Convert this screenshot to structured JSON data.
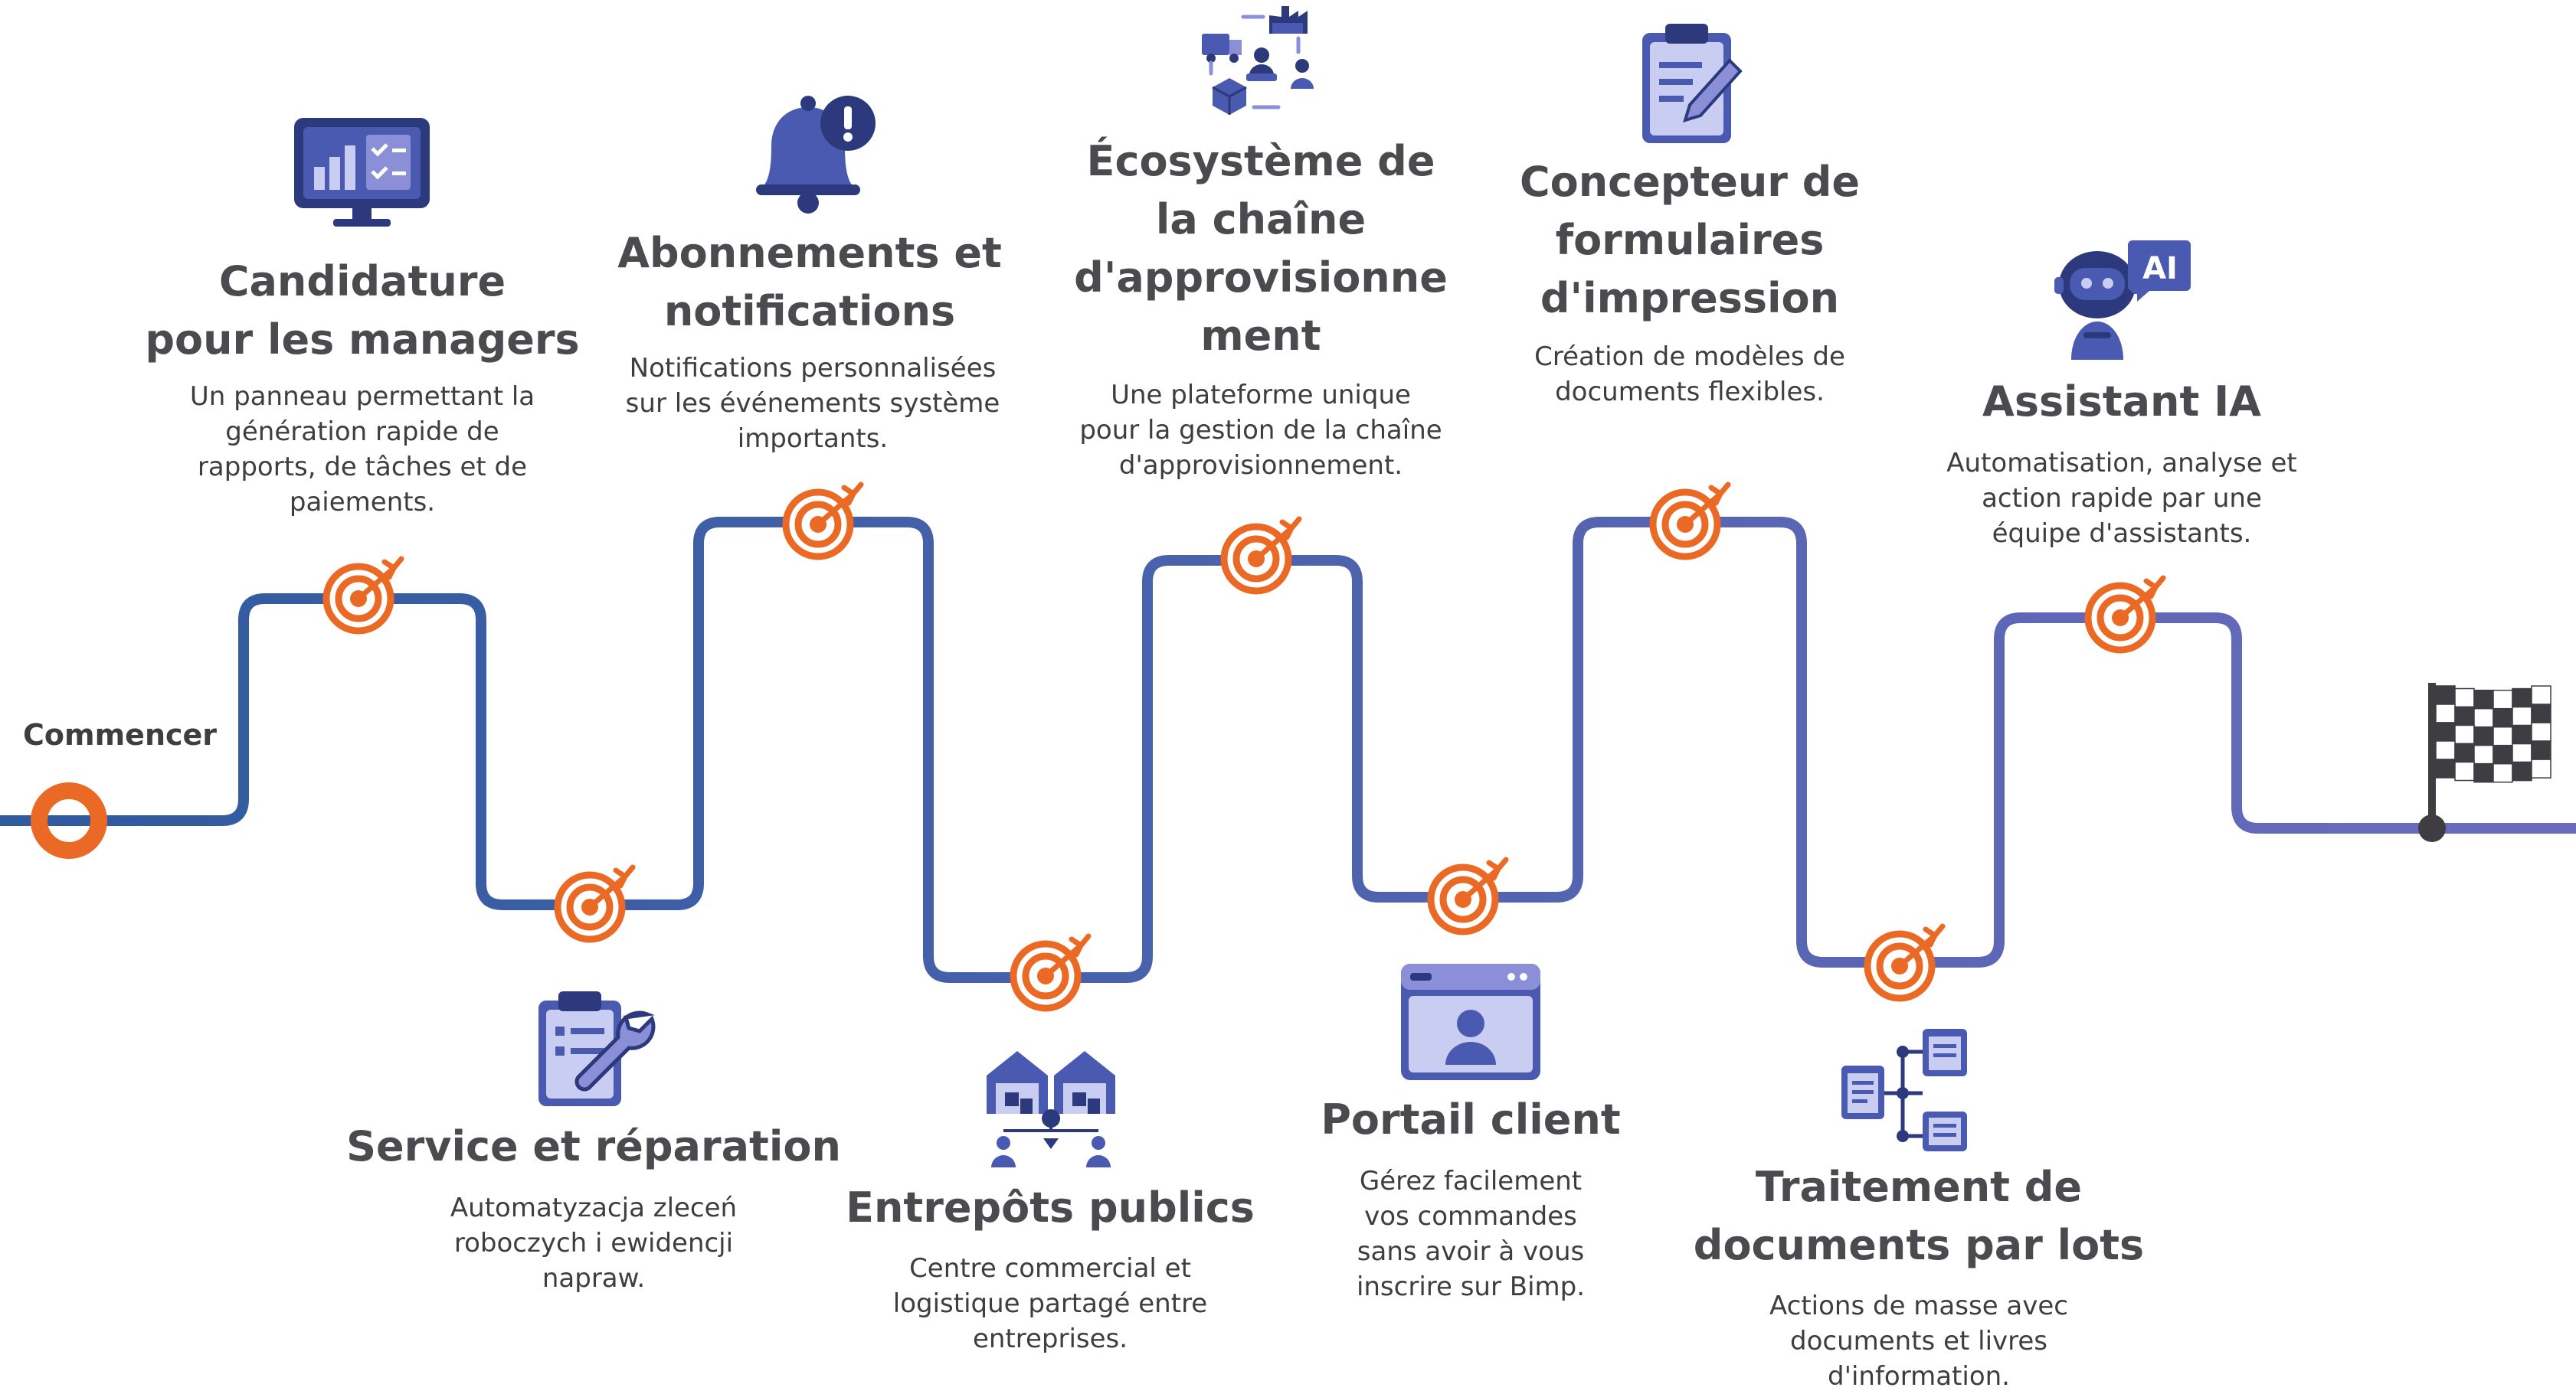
{
  "start": {
    "label": "Commencer"
  },
  "steps": [
    {
      "id": "candidature",
      "title": [
        "Candidature",
        "pour les managers"
      ],
      "description": [
        "Un panneau permettant la",
        "génération rapide de",
        "rapports, de tâches et de",
        "paiements."
      ],
      "icon": "monitor-chart-icon"
    },
    {
      "id": "service",
      "title": [
        "Service et réparation"
      ],
      "description": [
        "Automatyzacja zleceń",
        "roboczych i ewidencji",
        "napraw."
      ],
      "icon": "clipboard-wrench-icon"
    },
    {
      "id": "abonnements",
      "title": [
        "Abonnements et",
        "notifications"
      ],
      "description": [
        "Notifications personnalisées",
        "sur les événements système",
        "importants."
      ],
      "icon": "bell-alert-icon"
    },
    {
      "id": "entrepots",
      "title": [
        "Entrepôts publics"
      ],
      "description": [
        "Centre commercial et",
        "logistique partagé entre",
        "entreprises."
      ],
      "icon": "warehouse-network-icon"
    },
    {
      "id": "ecosysteme",
      "title": [
        "Écosystème de",
        "la chaîne",
        "d'approvisionne",
        "ment"
      ],
      "description": [
        "Une plateforme unique",
        "pour la gestion de la chaîne",
        "d'approvisionnement."
      ],
      "icon": "supply-chain-icon"
    },
    {
      "id": "portail",
      "title": [
        "Portail client"
      ],
      "description": [
        "Gérez facilement",
        "vos commandes",
        "sans avoir à vous",
        "inscrire sur Bimp."
      ],
      "icon": "browser-user-icon"
    },
    {
      "id": "concepteur",
      "title": [
        "Concepteur de",
        "formulaires",
        "d'impression"
      ],
      "description": [
        "Création de modèles de",
        "documents flexibles."
      ],
      "icon": "clipboard-pen-icon"
    },
    {
      "id": "traitement",
      "title": [
        "Traitement de",
        "documents par lots"
      ],
      "description": [
        "Actions de masse avec",
        "documents et livres",
        "d'information."
      ],
      "icon": "document-tree-icon"
    },
    {
      "id": "assistant",
      "title": [
        "Assistant IA"
      ],
      "description": [
        "Automatisation, analyse et",
        "action rapide par une",
        "équipe d'assistants."
      ],
      "icon": "robot-ai-icon",
      "icon_text": "AI"
    }
  ],
  "finish": {
    "icon": "checkered-flag-icon"
  },
  "colors": {
    "path_start": "#2e5a9e",
    "path_end": "#6b6bbd",
    "target_orange": "#ea6a25",
    "start_circle": "#ea6a25",
    "text_dark": "#4b4b4f",
    "icon_dark": "#2c3a7d",
    "icon_mid": "#4a5ab0",
    "icon_light": "#8a8fd8"
  }
}
